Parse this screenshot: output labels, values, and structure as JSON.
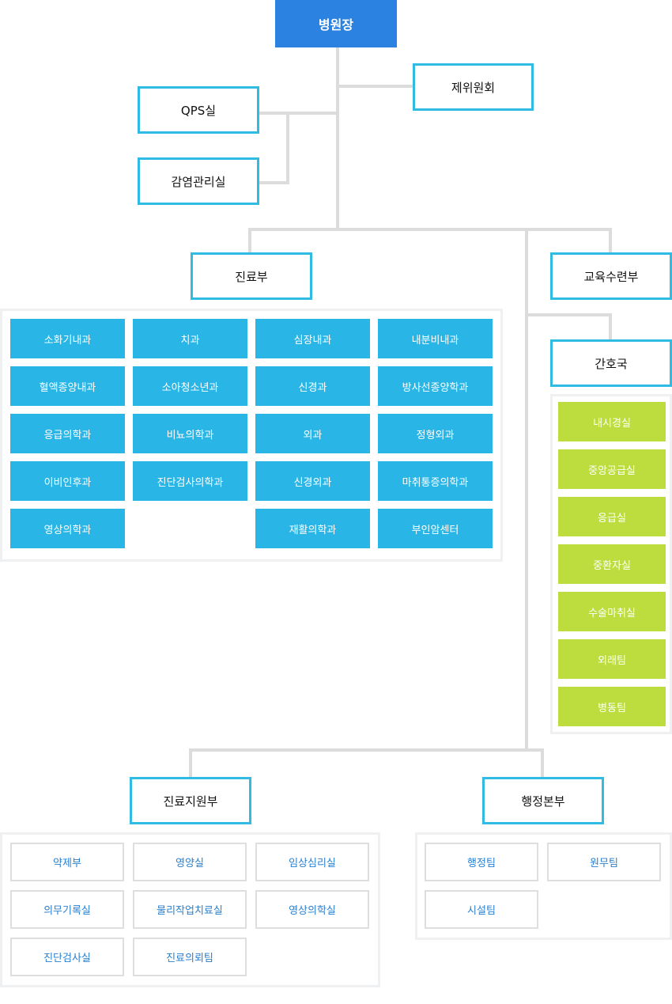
{
  "colors": {
    "top": "#2b82e0",
    "box_border": "#2fbbe2",
    "dept": "#29b6e6",
    "nursing": "#bddd3f",
    "support_text": "#2a7fce",
    "connector": "#dcdcdc"
  },
  "director": "병원장",
  "committee": "제위원회",
  "qps": "QPS실",
  "infection": "감염관리실",
  "medical": {
    "title": "진료부",
    "departments": [
      "소화기내과",
      "치과",
      "심장내과",
      "내분비내과",
      "혈액종양내과",
      "소아청소년과",
      "신경과",
      "방사선종양학과",
      "응급의학과",
      "비뇨의학과",
      "외과",
      "정형외과",
      "이비인후과",
      "진단검사의학과",
      "신경외과",
      "마취통증의학과",
      "영상의학과",
      "",
      "재활의학과",
      "부인암센터"
    ]
  },
  "education": "교육수련부",
  "nursing": {
    "title": "간호국",
    "units": [
      "내시경실",
      "중앙공급실",
      "응급실",
      "중환자실",
      "수술마취실",
      "외래팀",
      "병동팀"
    ]
  },
  "support": {
    "title": "진료지원부",
    "units": [
      "약제부",
      "영양실",
      "임상심리실",
      "의무기록실",
      "물리작업치료실",
      "영상의학실",
      "진단검사실",
      "진료의뢰팀"
    ]
  },
  "admin": {
    "title": "행정본부",
    "units": [
      "행정팀",
      "원무팀",
      "시설팀"
    ]
  }
}
